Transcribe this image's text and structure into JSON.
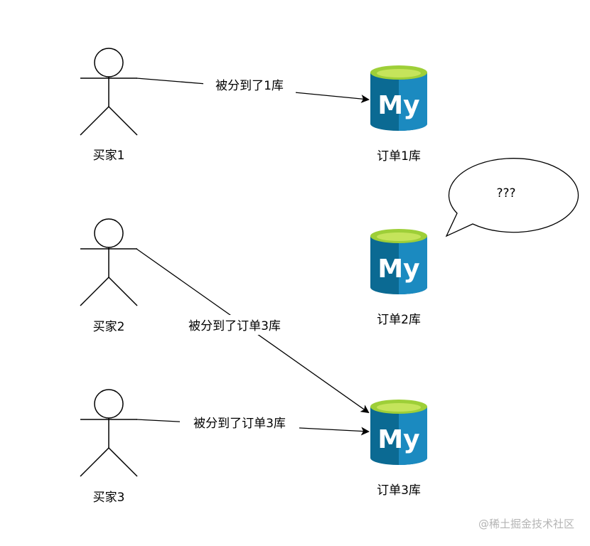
{
  "buyers": [
    {
      "label": "买家1"
    },
    {
      "label": "买家2"
    },
    {
      "label": "买家3"
    }
  ],
  "databases": [
    {
      "label": "订单1库",
      "logo_text": "My"
    },
    {
      "label": "订单2库",
      "logo_text": "My"
    },
    {
      "label": "订单3库",
      "logo_text": "My"
    }
  ],
  "edges": [
    {
      "label": "被分到了1库"
    },
    {
      "label": "被分到了订单3库"
    },
    {
      "label": "被分到了订单3库"
    }
  ],
  "callout": {
    "text": "???"
  },
  "watermark": {
    "text": "@稀土掘金技术社区"
  },
  "colors": {
    "db_top": "#9ecf38",
    "db_top_inner": "#c5e45b",
    "db_body_left": "#0b6a93",
    "db_body_right": "#1b8ac0",
    "stroke": "#000000"
  }
}
